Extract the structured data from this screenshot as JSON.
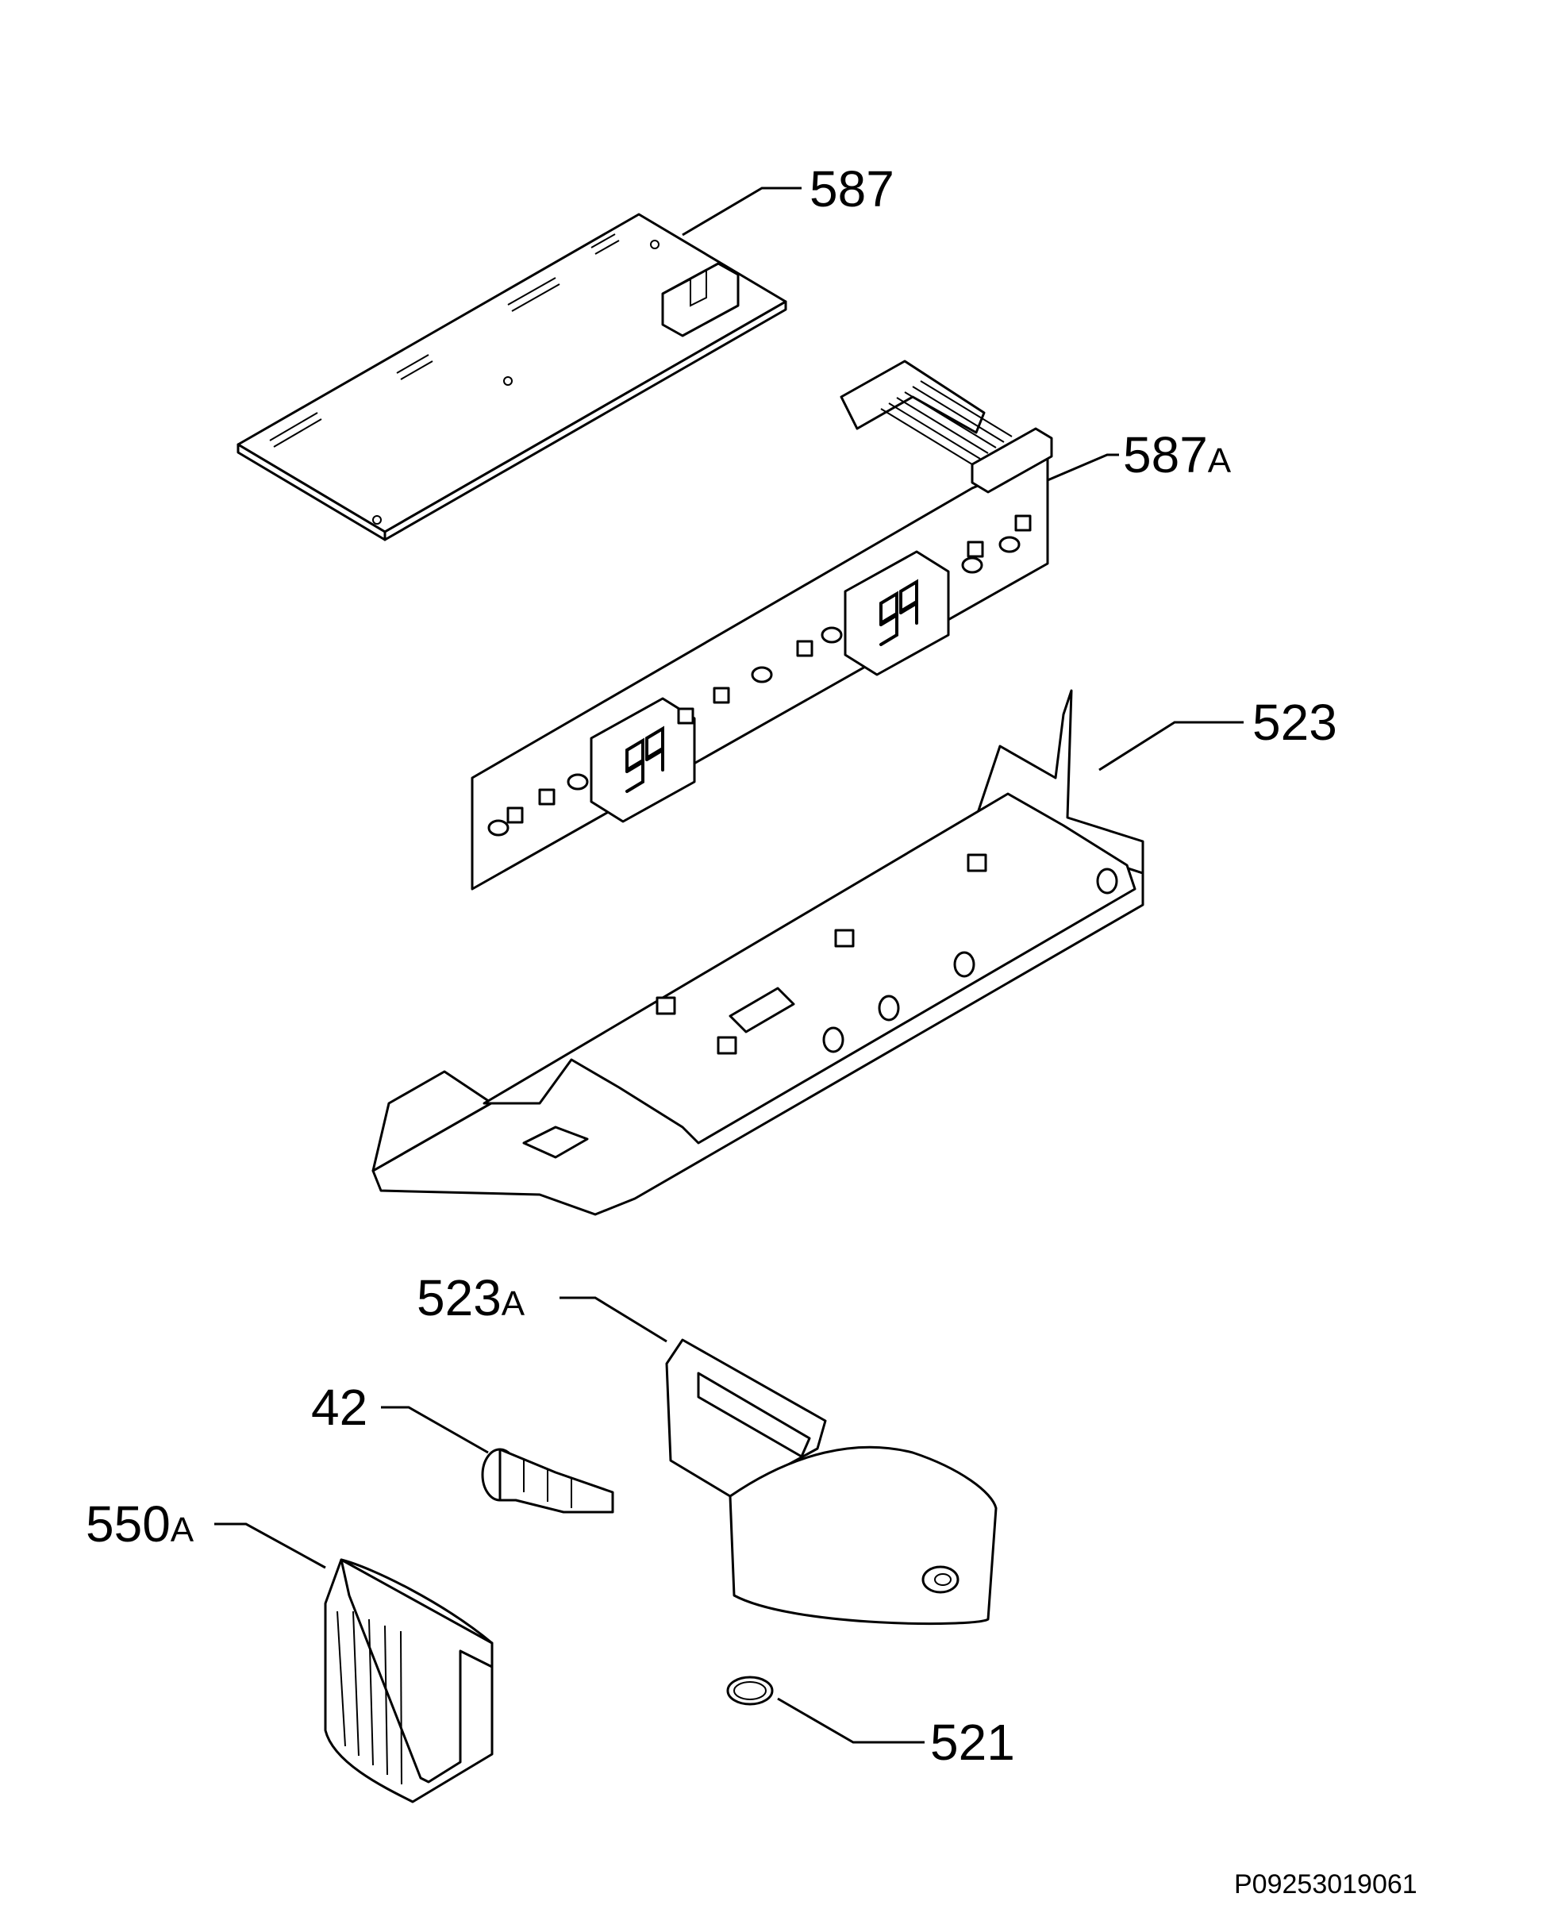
{
  "diagram_code": "P09253019061",
  "callouts": [
    {
      "id": "587",
      "number": "587",
      "suffix": ""
    },
    {
      "id": "587A",
      "number": "587",
      "suffix": "A"
    },
    {
      "id": "523",
      "number": "523",
      "suffix": ""
    },
    {
      "id": "523A",
      "number": "523",
      "suffix": "A"
    },
    {
      "id": "42",
      "number": "42",
      "suffix": ""
    },
    {
      "id": "550A",
      "number": "550",
      "suffix": "A"
    },
    {
      "id": "521",
      "number": "521",
      "suffix": ""
    }
  ]
}
